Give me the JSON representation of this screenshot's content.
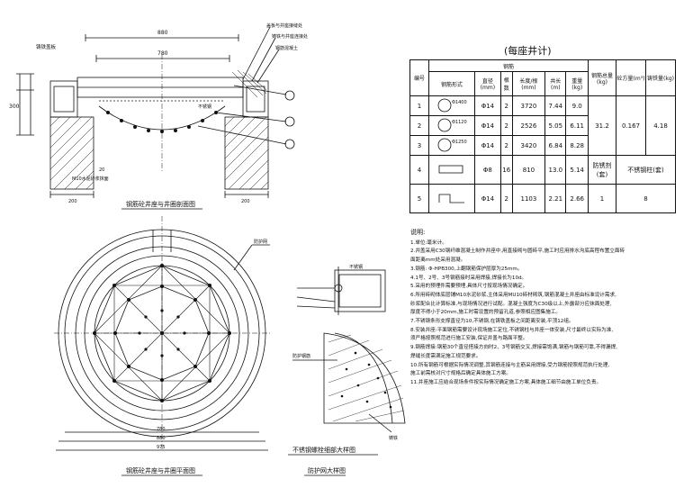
{
  "table": {
    "title": "(每座井计)",
    "headers": {
      "steel": "钢筋",
      "no": "编号",
      "shape": "钢筋形式",
      "dia": "直径(mm)",
      "count": "根数",
      "len_per": "长度/根(mm)",
      "total_len": "共长(m)",
      "weight": "重量(kg)",
      "steel_total": "钢筋总量(kg)",
      "concrete": "砼方量(m³)",
      "castiron": "铸铁量(kg)"
    },
    "rows": [
      {
        "no": "1",
        "dia": "Φ14",
        "count": "2",
        "len": "3720",
        "total": "7.44",
        "weight": "9.0"
      },
      {
        "no": "2",
        "dia": "Φ14",
        "count": "2",
        "len": "2526",
        "total": "5.05",
        "weight": "6.11"
      },
      {
        "no": "3",
        "dia": "Φ14",
        "count": "2",
        "len": "3420",
        "total": "6.84",
        "weight": "8.28"
      },
      {
        "no": "4",
        "dia": "Φ8",
        "count": "16",
        "len": "810",
        "total": "13.0",
        "weight": "5.14"
      },
      {
        "no": "5",
        "dia": "Φ14",
        "count": "2",
        "len": "1103",
        "total": "2.21",
        "weight": "2.66"
      }
    ],
    "steel_total": "31.2",
    "concrete": "0.167",
    "castiron": "4.18",
    "anticorrosion_label": "防锈剂(套)",
    "anticorrosion_value": "1",
    "stainless_label": "不锈钢柱(套)",
    "stainless_value": "8",
    "shape_labels": [
      "Φ1400",
      "Φ1120",
      "Φ1250"
    ]
  },
  "notes": {
    "heading": "说明:",
    "items": [
      "1.单位:毫米计。",
      "2.井盖采用C30钢纤维混凝土制作井座中,用直接砌与圆砖平,施工时应用排水沟底高程布置立面砖",
      "  面距离mm处采用混凝。",
      "3.钢筋:   Φ-HPB300,上翻钢筋保护层厚为25mm。",
      "4.1号、2号、3号钢筋接时采用焊接,焊接长为10d。",
      "5.采用的预埋件需要预埋,具体尺寸按现场情况确定。",
      "6.所用砖砌体底层铺M10水泥砂浆,主体采用MU10砖材砌筑,钢筋混凝土井座由标准设计需求,",
      "  砂浆配合比计算标准,与现场情况进行试配。混凝土强度为C30级以上,外露部分应抹面处理,",
      "  厚度不得小于20mm,施工时需设置的预留孔道,参照相应图集施工。",
      "7.不锈钢条形支撑直径为10,不锈钢,在铸铁盖板之间距离安装,平顶12组。",
      "8.安装井座:平面钢筋需要设计现场施工定位,不锈钢柱与井座一体安装,尺寸最终以实际为准,",
      "  须严格按照规范进行施工安装,保证井盖与路面平整。",
      "9.钢筋焊接:钢筋30个直径搭接方向时2、3号钢筋交叉,焊接需饱满,钢筋与钢筋可靠,不得漏焊,",
      "  焊缝长度需满足施工规范要求。",
      "10.所有钢筋可根据实际情况调整,其钢筋连接与主筋采用焊接,受力钢筋按照规范执行处理,",
      "  施工前需核对尺寸规格后确定具体施工方案。",
      "11.井座施工应结合现场条件按实际情况确定施工方案,具体施工细节由施工单位负责。"
    ]
  },
  "captions": {
    "section": "钢筋砼井座与井圈剖面图",
    "plan": "钢筋砼井座与井圈平面图",
    "detail1": "不锈钢螺栓细部大样图",
    "detail2": "防护网大样图"
  },
  "labels": {
    "dim_top": "880",
    "dim_mid": "780",
    "dim_left": "300",
    "dim_bot1": "200",
    "dim_bot2": "200",
    "dim_bot3": "20",
    "left_top": "铸铁盖板",
    "right_1": "盖板与井座接缝处",
    "right_2": "铸铁与井座连接处",
    "right_3": "钢筋混凝土",
    "rebar": "不锈钢",
    "mortar": "M10水泥砂浆抹面",
    "plan_dims": [
      "780",
      "880",
      "975"
    ],
    "plan_label": "防护网",
    "d1_label": "不锈钢",
    "d2_label1": "防护钢筋",
    "d2_label2": "铸铁"
  }
}
